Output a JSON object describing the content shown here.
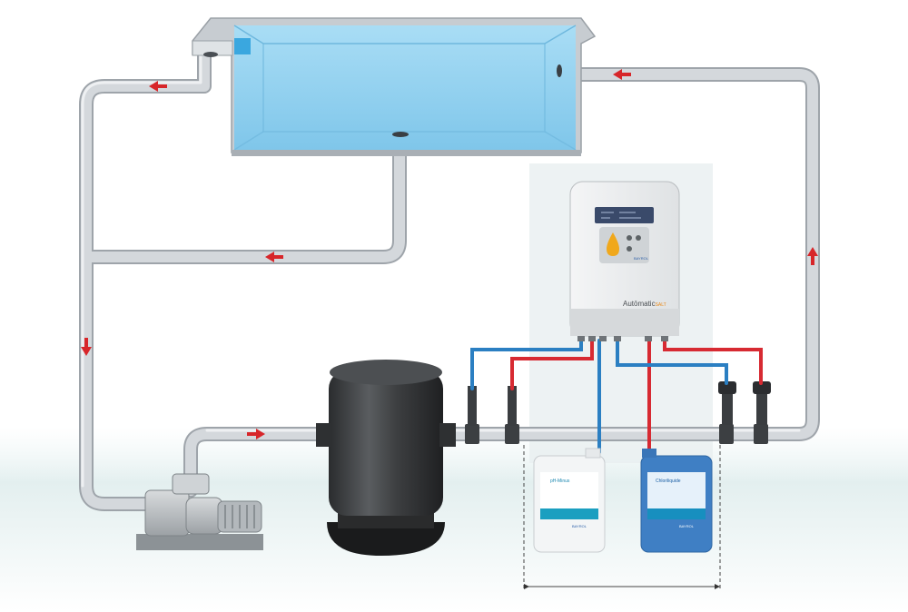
{
  "controller": {
    "brand_main": "Autōmatic",
    "brand_suffix": "SALT",
    "logo_text": "BAYROL"
  },
  "canister_left": {
    "product_name": "pH-Minus",
    "brand": "BAYROL"
  },
  "canister_right": {
    "product_name": "Chloriliquide",
    "brand": "BAYROL"
  },
  "colors": {
    "pipe": "#cfd3d8",
    "pipe_edge": "#9ea4aa",
    "water": "#8fd2f0",
    "flow_arrow": "#d7262a",
    "blue_hose": "#2b7fc2",
    "red_hose": "#d72a32",
    "filter": "#3a3c3e",
    "pump": "#b8bcbf",
    "canister_white": "#f3f5f6",
    "canister_blue": "#3f7fc4",
    "floor": "#dfeeee"
  },
  "icons": {
    "flow": "red-arrow-icon",
    "drop": "drop-icon"
  }
}
